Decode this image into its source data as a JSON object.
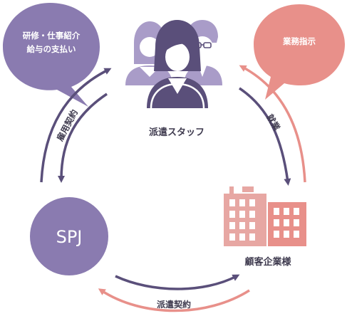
{
  "nodes": {
    "staff": {
      "label": "派遣スタッフ"
    },
    "spj": {
      "label": "SPJ"
    },
    "client": {
      "label": "顧客企業様"
    }
  },
  "bubbles": {
    "left": {
      "line1": "研修・仕事紹介",
      "line2": "給与の支払い"
    },
    "right": {
      "text": "業務指示"
    }
  },
  "arrows": {
    "employment": "雇用契約",
    "work": "就業",
    "dispatch": "派遣契約"
  },
  "colors": {
    "purple": "#8a7bb0",
    "purple_dark": "#5a4f7a",
    "salmon": "#e8908a",
    "salmon_light": "#f2bcb6",
    "staff_light": "#a99cc8",
    "text_dark": "#3e3a4e"
  }
}
